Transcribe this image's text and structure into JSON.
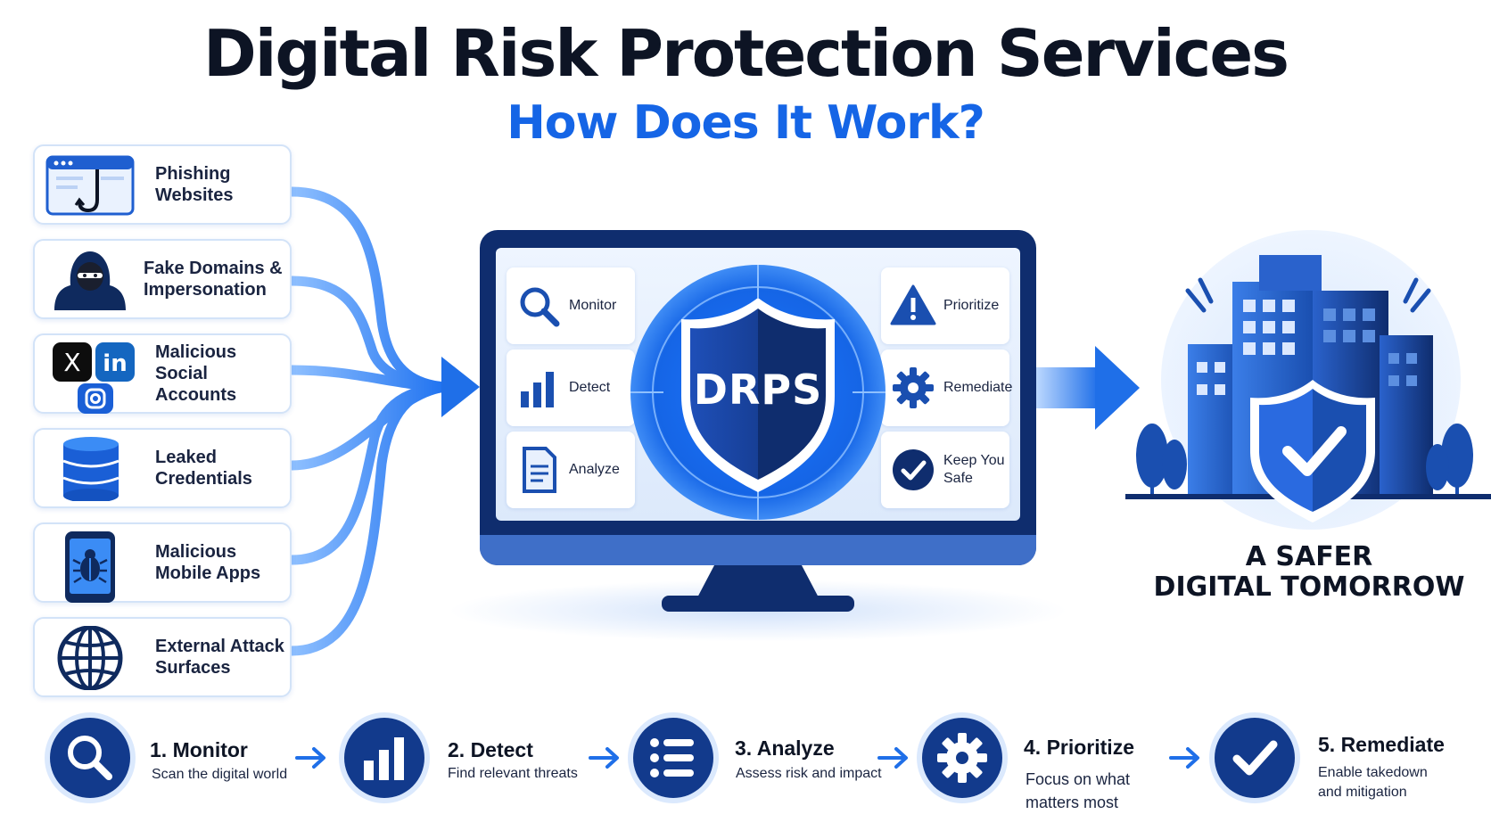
{
  "title": "Digital Risk Protection Services",
  "subtitle": "How Does It Work?",
  "sources": [
    {
      "label": "Phishing Websites",
      "icon": "phishing-hook-icon"
    },
    {
      "label": "Fake Domains & Impersonation",
      "icon": "hooded-hacker-icon"
    },
    {
      "label": "Malicious Social Accounts",
      "icon": "social-media-icons"
    },
    {
      "label": "Leaked Credentials",
      "icon": "database-icon"
    },
    {
      "label": "Malicious Mobile Apps",
      "icon": "mobile-bug-icon"
    },
    {
      "label": "External Attack Surfaces",
      "icon": "globe-icon"
    }
  ],
  "social_letters": {
    "x": "X",
    "linkedin": "in"
  },
  "monitor": {
    "center_label": "DRPS",
    "left_items": [
      {
        "label": "Monitor",
        "icon": "magnifier-icon"
      },
      {
        "label": "Detect",
        "icon": "bar-chart-icon"
      },
      {
        "label": "Analyze",
        "icon": "document-icon"
      }
    ],
    "right_items": [
      {
        "label": "Prioritize",
        "icon": "warning-icon"
      },
      {
        "label": "Remediate",
        "icon": "gear-icon"
      },
      {
        "label": "Keep You Safe",
        "icon": "check-circle-icon"
      }
    ]
  },
  "outcome": {
    "line1": "A SAFER",
    "line2": "DIGITAL TOMORROW",
    "icon": "shielded-building-icon"
  },
  "steps": [
    {
      "title": "1. Monitor",
      "desc": "Scan the digital world",
      "icon": "magnifier-icon"
    },
    {
      "title": "2. Detect",
      "desc": "Find relevant threats",
      "icon": "bar-chart-icon"
    },
    {
      "title": "3. Analyze",
      "desc": "Assess risk and impact",
      "icon": "list-icon"
    },
    {
      "title": "4. Prioritize",
      "desc": "Focus on what matters most",
      "icon": "gear-icon"
    },
    {
      "title": "5. Remediate",
      "desc": "Enable takedown and mitigation",
      "icon": "check-icon"
    }
  ],
  "colors": {
    "primary": "#1565e6",
    "navy": "#0f2d6e",
    "dark_blue": "#123a8c",
    "light_blue": "#3b8cf5",
    "card_border": "#d3e3f8",
    "title": "#0d1424"
  }
}
